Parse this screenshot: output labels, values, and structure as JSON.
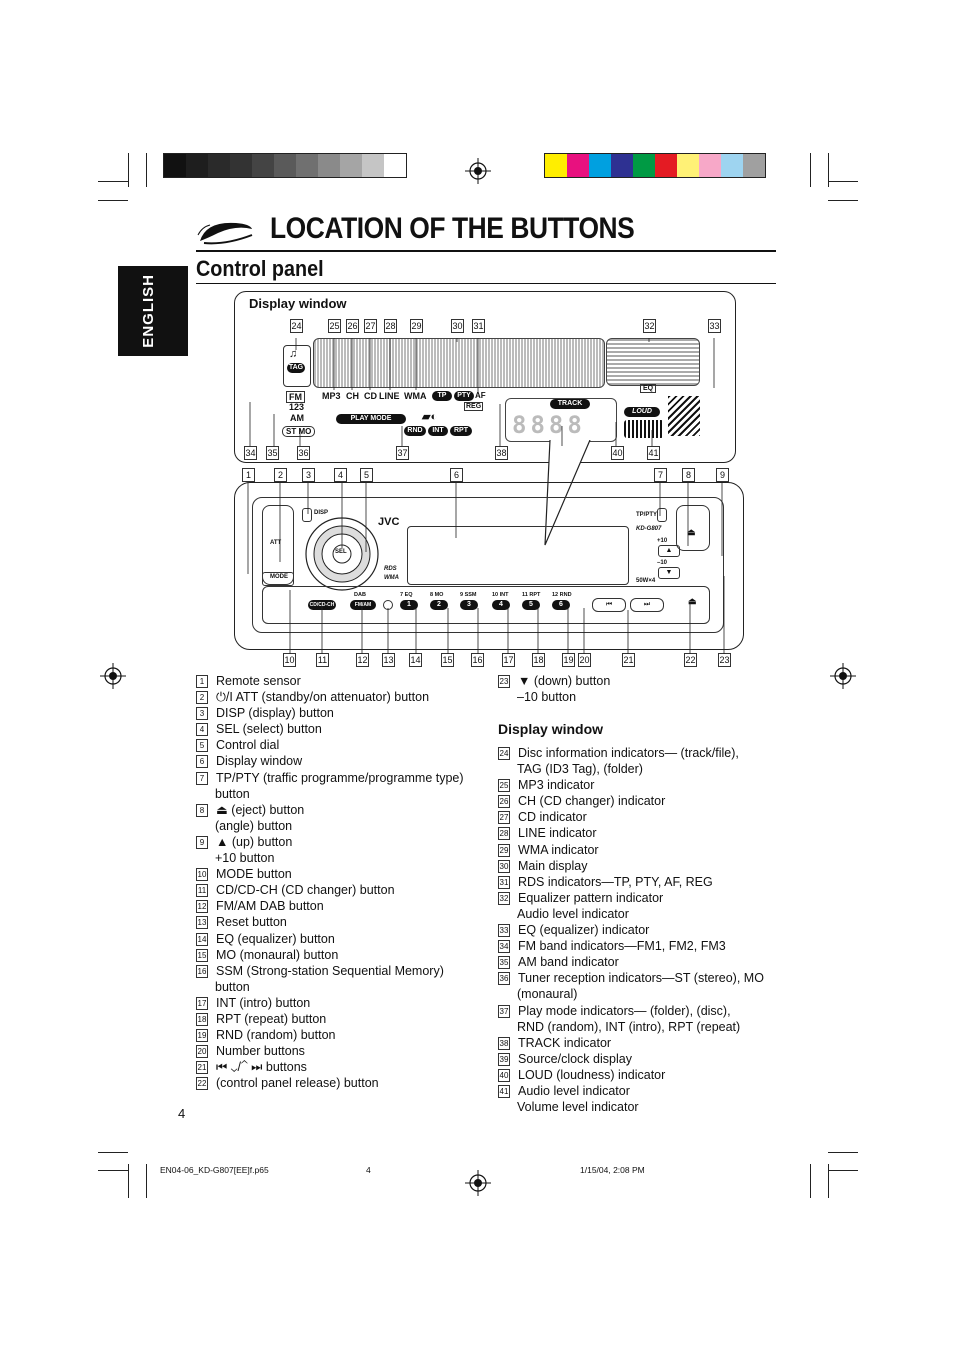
{
  "header": {
    "title": "LOCATION OF THE BUTTONS",
    "subtitle": "Control panel",
    "sidetab": "ENGLISH"
  },
  "display_window_label": "Display window",
  "colors": {
    "left_bar": [
      "#111111",
      "#1e1e1e",
      "#2a2a2a",
      "#333333",
      "#444444",
      "#5a5a5a",
      "#707070",
      "#8a8a8a",
      "#a5a5a5",
      "#c5c5c5",
      "#ffffff"
    ],
    "right_bar": [
      "#ffee00",
      "#e8117f",
      "#00a0e0",
      "#2e3192",
      "#009a44",
      "#e41b23",
      "#fff176",
      "#f7a8c8",
      "#9ed4f0",
      "#a0a0a0"
    ]
  },
  "display_window_callouts": {
    "top": [
      "24",
      "25",
      "26",
      "27",
      "28",
      "29",
      "30",
      "31",
      "32",
      "33"
    ],
    "bottom": [
      "34",
      "35",
      "36",
      "37",
      "38",
      "39",
      "40",
      "41"
    ]
  },
  "display_labels": {
    "mp3": "MP3",
    "ch": "CH",
    "cd": "CD",
    "line": "LINE",
    "wma": "WMA",
    "tp": "TP",
    "pty": "PTY",
    "af": "AF",
    "reg": "REG",
    "fm": "FM",
    "fm123": "123",
    "am": "AM",
    "stmo": "ST MO",
    "playmode": "PLAY MODE",
    "rnd": "RND",
    "int": "INT",
    "rpt": "RPT",
    "track": "TRACK",
    "loud": "LOUD",
    "eq": "EQ",
    "tag": "TAG"
  },
  "panel_callouts": {
    "top": [
      "1",
      "2",
      "3",
      "4",
      "5",
      "6",
      "7",
      "8",
      "9"
    ],
    "bottom": [
      "10",
      "11",
      "12",
      "13",
      "14",
      "15",
      "16",
      "17",
      "18",
      "19",
      "20",
      "21",
      "22",
      "23"
    ]
  },
  "panel_labels": {
    "disp": "DISP",
    "att": "ATT",
    "mode": "MODE",
    "sel": "SEL",
    "jvc": "JVC",
    "rds": "RDS",
    "wma": "WMA",
    "tppty": "TP/PTY",
    "model": "KD-G807",
    "plus10": "+10",
    "minus10": "–10",
    "watts": "50W×4",
    "dab": "DAB",
    "cdch": "CD/CD-CH",
    "fmam": "FM/AM",
    "p1": "7 EQ",
    "p2": "8 MO",
    "p3": "9 SSM",
    "p4": "10 INT",
    "p5": "11 RPT",
    "p6": "12 RND",
    "n1": "1",
    "n2": "2",
    "n3": "3",
    "n4": "4",
    "n5": "5",
    "n6": "6"
  },
  "list_left": [
    {
      "n": "1",
      "lines": [
        "Remote sensor"
      ]
    },
    {
      "n": "2",
      "lines": [
        "⏻/I ATT  (standby/on attenuator) button"
      ]
    },
    {
      "n": "3",
      "lines": [
        "DISP (display) button"
      ]
    },
    {
      "n": "4",
      "lines": [
        "SEL (select) button"
      ]
    },
    {
      "n": "5",
      "lines": [
        "Control dial"
      ]
    },
    {
      "n": "6",
      "lines": [
        "Display window"
      ]
    },
    {
      "n": "7",
      "lines": [
        "TP/PTY (traffic programme/programme type)",
        "button"
      ]
    },
    {
      "n": "8",
      "lines": [
        "⏏ (eject) button",
        "  (angle) button"
      ]
    },
    {
      "n": "9",
      "lines": [
        "▲ (up) button",
        "+10 button"
      ]
    },
    {
      "n": "10",
      "lines": [
        "MODE button"
      ]
    },
    {
      "n": "11",
      "lines": [
        "CD/CD-CH (CD changer) button"
      ]
    },
    {
      "n": "12",
      "lines": [
        "FM/AM DAB button"
      ]
    },
    {
      "n": "13",
      "lines": [
        "Reset button"
      ]
    },
    {
      "n": "14",
      "lines": [
        "EQ (equalizer) button"
      ]
    },
    {
      "n": "15",
      "lines": [
        "MO (monaural) button"
      ]
    },
    {
      "n": "16",
      "lines": [
        "SSM (Strong-station Sequential Memory)",
        "button"
      ]
    },
    {
      "n": "17",
      "lines": [
        "INT (intro) button"
      ]
    },
    {
      "n": "18",
      "lines": [
        "RPT (repeat) button"
      ]
    },
    {
      "n": "19",
      "lines": [
        "RND (random) button"
      ]
    },
    {
      "n": "20",
      "lines": [
        "Number buttons"
      ]
    },
    {
      "n": "21",
      "lines": [
        "⏮ ⌄/⌃ ⏭ buttons"
      ]
    },
    {
      "n": "22",
      "lines": [
        "      (control panel release) button"
      ]
    }
  ],
  "list_right_top": [
    {
      "n": "23",
      "lines": [
        "▼ (down) button",
        "–10 button"
      ]
    }
  ],
  "display_window_heading": "Display window",
  "list_right": [
    {
      "n": "24",
      "lines": [
        "Disc information indicators—      (track/file),",
        "TAG (ID3 Tag),      (folder)"
      ]
    },
    {
      "n": "25",
      "lines": [
        "MP3 indicator"
      ]
    },
    {
      "n": "26",
      "lines": [
        "CH (CD changer) indicator"
      ]
    },
    {
      "n": "27",
      "lines": [
        "CD indicator"
      ]
    },
    {
      "n": "28",
      "lines": [
        "LINE indicator"
      ]
    },
    {
      "n": "29",
      "lines": [
        "WMA indicator"
      ]
    },
    {
      "n": "30",
      "lines": [
        "Main display"
      ]
    },
    {
      "n": "31",
      "lines": [
        "RDS indicators—TP, PTY, AF, REG"
      ]
    },
    {
      "n": "32",
      "lines": [
        "Equalizer pattern indicator",
        "Audio level indicator"
      ]
    },
    {
      "n": "33",
      "lines": [
        "EQ (equalizer) indicator"
      ]
    },
    {
      "n": "34",
      "lines": [
        "FM band indicators—FM1, FM2, FM3"
      ]
    },
    {
      "n": "35",
      "lines": [
        "AM band indicator"
      ]
    },
    {
      "n": "36",
      "lines": [
        "Tuner reception indicators—ST (stereo), MO",
        "(monaural)"
      ]
    },
    {
      "n": "37",
      "lines": [
        "Play mode indicators—    (folder),      (disc),",
        "RND (random), INT (intro), RPT (repeat)"
      ]
    },
    {
      "n": "38",
      "lines": [
        "TRACK indicator"
      ]
    },
    {
      "n": "39",
      "lines": [
        "Source/clock display"
      ]
    },
    {
      "n": "40",
      "lines": [
        "LOUD (loudness) indicator"
      ]
    },
    {
      "n": "41",
      "lines": [
        "Audio level indicator",
        "Volume level indicator"
      ]
    }
  ],
  "page_number": "4",
  "footer": {
    "file": "EN04-06_KD-G807[EE]f.p65",
    "page": "4",
    "date": "1/15/04, 2:08 PM"
  }
}
